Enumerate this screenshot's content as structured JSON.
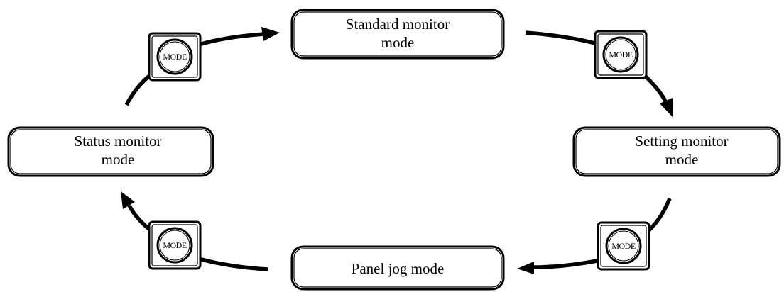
{
  "modes": [
    {
      "id": "standard-monitor-mode",
      "line1": "Standard monitor",
      "line2": "mode"
    },
    {
      "id": "setting-monitor-mode",
      "line1": "Setting monitor",
      "line2": "mode"
    },
    {
      "id": "panel-jog-mode",
      "line1": "Panel jog mode",
      "line2": ""
    },
    {
      "id": "status-monitor-mode",
      "line1": "Status monitor",
      "line2": "mode"
    }
  ],
  "buttons": [
    {
      "label": "MODE"
    },
    {
      "label": "MODE"
    },
    {
      "label": "MODE"
    },
    {
      "label": "MODE"
    }
  ]
}
